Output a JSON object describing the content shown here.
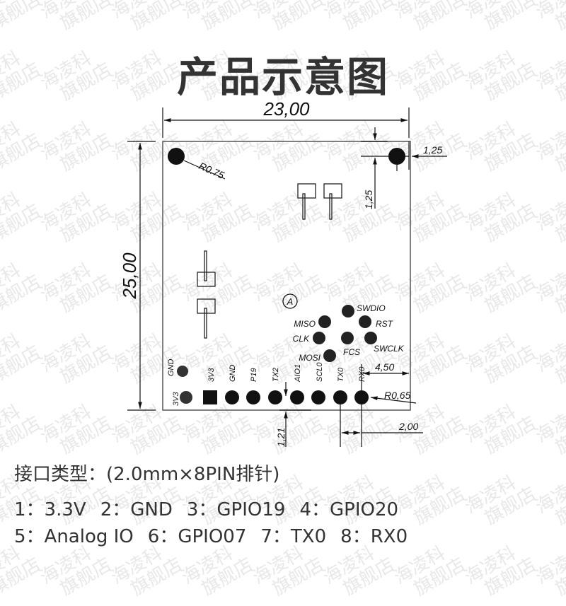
{
  "title": "产品示意图",
  "watermark": {
    "line1": "海凌科",
    "line2": "旗舰店",
    "color": "#e8e8e8"
  },
  "drawing": {
    "width_dim": "23,00",
    "height_dim": "25,00",
    "corner_hole_radius": "R0.75",
    "corner_offset_h": "1,25",
    "corner_offset_v": "1,25",
    "pad_radius": "R0,65",
    "right_offset": "4,50",
    "pitch": "2,00",
    "bottom_offset": "1,21",
    "marker": "A",
    "top_pads": [
      {
        "label": "GND"
      },
      {
        "label": "3V3"
      }
    ],
    "header_pins": [
      {
        "num": 1,
        "label": "3V3",
        "shape": "square"
      },
      {
        "num": 2,
        "label": "GND",
        "shape": "circle"
      },
      {
        "num": 3,
        "label": "P19",
        "shape": "circle"
      },
      {
        "num": 4,
        "label": "TX2",
        "shape": "circle"
      },
      {
        "num": 5,
        "label": "AIO1",
        "shape": "circle"
      },
      {
        "num": 6,
        "label": "SCL0",
        "shape": "circle"
      },
      {
        "num": 7,
        "label": "TX0",
        "shape": "circle"
      },
      {
        "num": 8,
        "label": "RX0",
        "shape": "circle"
      }
    ],
    "debug_pads": [
      "SWDIO",
      "MISO",
      "RST",
      "CLK",
      "FCS",
      "SWCLK",
      "MOSI"
    ]
  },
  "interface": {
    "label": "接口类型：(2.0mm×8PIN排针)"
  },
  "pinout": {
    "row1": [
      "1：3.3V",
      "2：GND",
      "3：GPIO19",
      "4：GPIO20"
    ],
    "row2": [
      "5：Analog IO",
      "6：GPIO07",
      "7：TX0",
      "8：RX0"
    ]
  }
}
